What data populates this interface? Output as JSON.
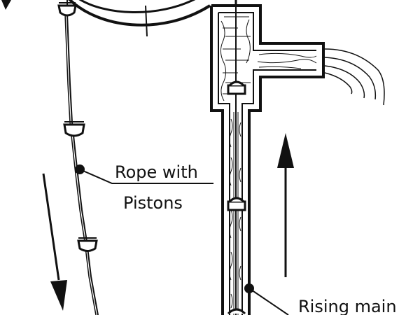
{
  "labels": {
    "rope_line1": "Rope with",
    "rope_line2": "Pistons",
    "rising_main": "Rising main"
  },
  "colors": {
    "ink": "#111111",
    "background": "#ffffff"
  }
}
